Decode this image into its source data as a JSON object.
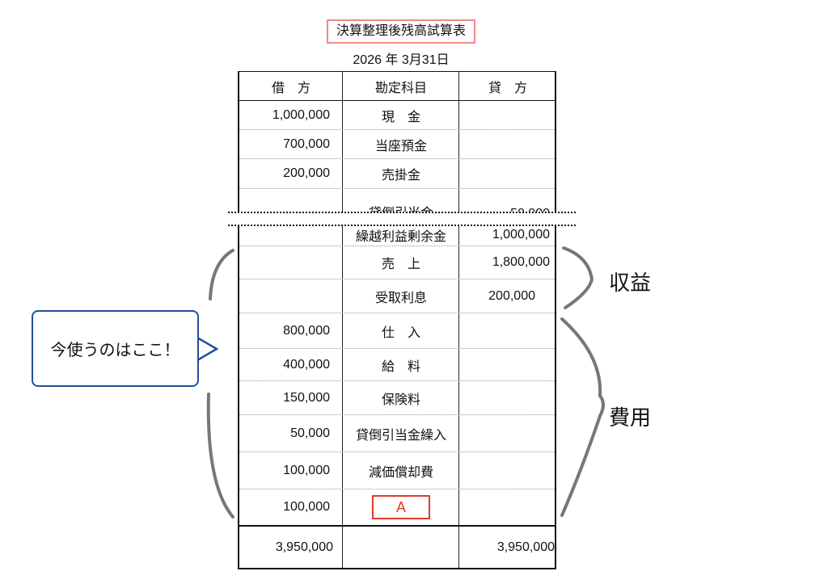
{
  "header": {
    "title": "決算整理後残高試算表",
    "date": "2026 年 3月31日"
  },
  "table": {
    "columns": [
      "借　方",
      "勘定科目",
      "貸　方"
    ],
    "rows": [
      {
        "debit": "1,000,000",
        "account": "現　金",
        "credit": ""
      },
      {
        "debit": "700,000",
        "account": "当座預金",
        "credit": ""
      },
      {
        "debit": "200,000",
        "account": "売掛金",
        "credit": ""
      },
      {
        "debit": "",
        "account": "貸倒引当金",
        "credit": "50,000"
      },
      {
        "debit": "",
        "account": "繰越利益剰余金",
        "credit": "1,000,000"
      },
      {
        "debit": "",
        "account": "売　上",
        "credit": "1,800,000"
      },
      {
        "debit": "",
        "account": "受取利息",
        "credit": "200,000"
      },
      {
        "debit": "800,000",
        "account": "仕　入",
        "credit": ""
      },
      {
        "debit": "400,000",
        "account": "給　料",
        "credit": ""
      },
      {
        "debit": "150,000",
        "account": "保険料",
        "credit": ""
      },
      {
        "debit": "50,000",
        "account": "貸倒引当金繰入",
        "credit": ""
      },
      {
        "debit": "100,000",
        "account": "減価償却費",
        "credit": ""
      },
      {
        "debit": "100,000",
        "account": "A",
        "credit": ""
      }
    ],
    "total": {
      "debit": "3,950,000",
      "credit": "3,950,000"
    }
  },
  "annotations": {
    "callout": "今使うのはここ！",
    "revenue": "収益",
    "expense": "費用"
  },
  "colors": {
    "callout_border": "#1f4e9c",
    "answer_box": "#e03a2a",
    "title_border": "#f08a84"
  }
}
